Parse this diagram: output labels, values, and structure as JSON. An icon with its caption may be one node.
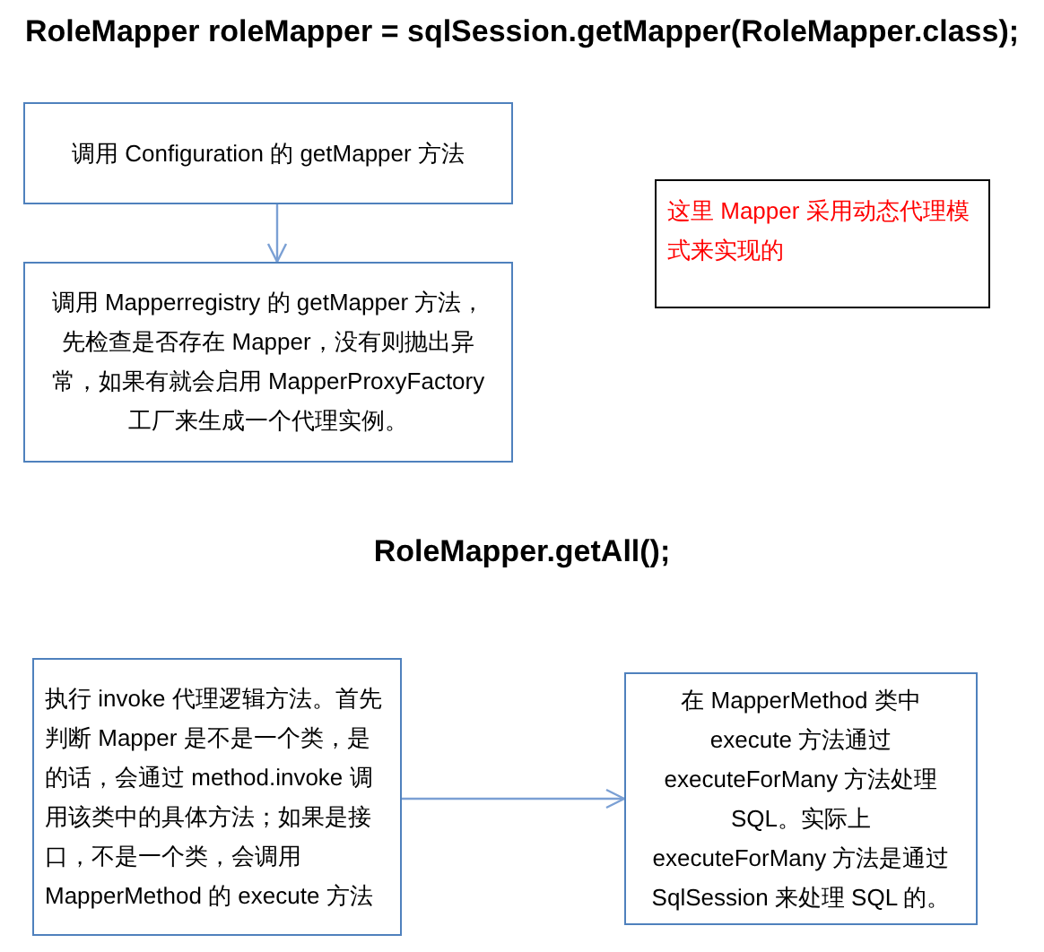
{
  "diagram": {
    "title": "RoleMapper roleMapper = sqlSession.getMapper(RoleMapper.class);",
    "nodes": [
      {
        "text": [
          "调用 Configuration 的 getMapper 方法"
        ]
      },
      {
        "text": [
          "调用 Mapperregistry 的 getMapper 方法，先检查是否存在 Mapper，没有则抛出异常，如果有就会启用 MapperProxyFactory 工厂来生成一个代理实例。"
        ]
      },
      {
        "text": [
          "这里 Mapper 采用动态代理模式来实现的"
        ]
      },
      {
        "text": [
          "执行 invoke 代理逻辑方法。首先判断 Mapper 是不是一个类，是的话，会通过 method.invoke 调用该类中的具体方法；如果是接口，不是一个类，会调用 MapperMethod 的 execute 方法"
        ]
      },
      {
        "text": [
          "在 MapperMethod 类中 execute 方法通过 executeForMany 方法处理 SQL。实际上 executeForMany 方法是通过 SqlSession 来处理 SQL 的。"
        ]
      }
    ],
    "edges": [
      {
        "from": 0,
        "to": 1,
        "arrow": "to"
      },
      {
        "from": 3,
        "to": 4,
        "arrow": "to"
      }
    ],
    "labels": [
      "RoleMapper.getAll();"
    ]
  }
}
